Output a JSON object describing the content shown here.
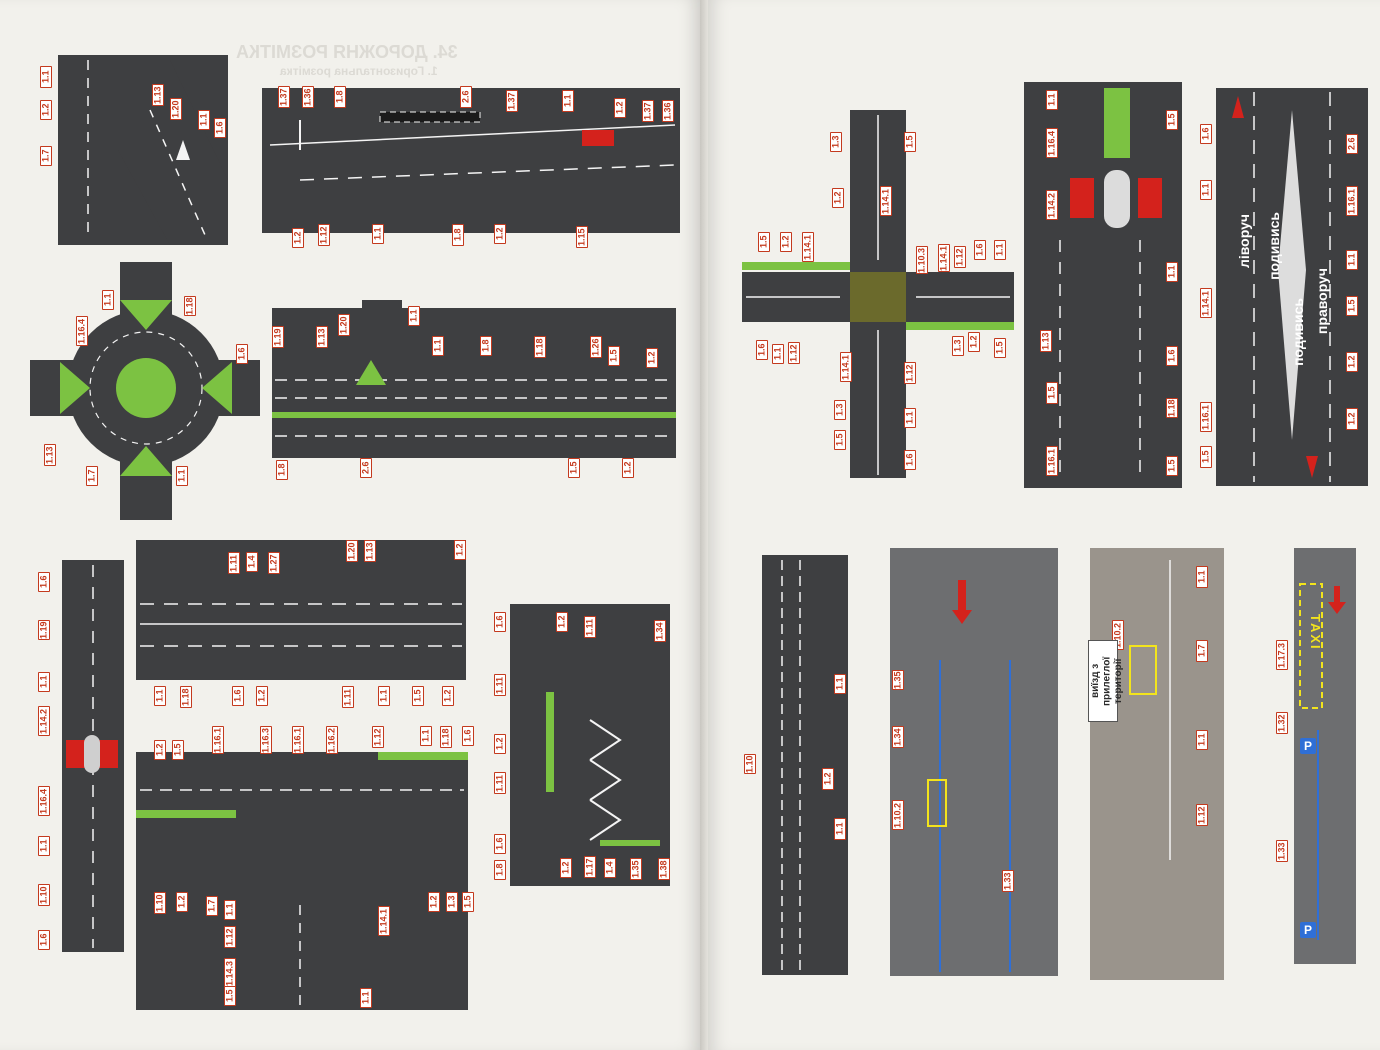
{
  "document": {
    "header_left": "34. ДОРОЖНЯ РОЗМІТКА",
    "header_sub": "1. Горизонтальна розмітка",
    "road_text_1": "подивись",
    "road_text_2": "ліворуч",
    "road_text_3": "подивись",
    "road_text_4": "праворуч",
    "exit_sign": "виїзд з прилеглої території",
    "taxi": "TAXI",
    "parking_1": "P",
    "parking_2": "P"
  },
  "labels": [
    "1.1",
    "1.2",
    "1.7",
    "1.13",
    "1.20",
    "1.1",
    "1.6",
    "1.37",
    "1.36",
    "1.8",
    "2.6",
    "1.37",
    "1.1",
    "1.2",
    "1.37",
    "1.36",
    "1.2",
    "1.12",
    "1.1",
    "1.8",
    "1.2",
    "1.15",
    "1.16.4",
    "1.1",
    "1.18",
    "1.6",
    "1.13",
    "1.7",
    "1.1",
    "1.19",
    "1.13",
    "1.20",
    "1.1",
    "1.1",
    "1.8",
    "1.18",
    "1.26",
    "1.5",
    "1.2",
    "1.8",
    "2.6",
    "1.5",
    "1.2",
    "1.6",
    "1.19",
    "1.1",
    "1.14.2",
    "1.16.4",
    "1.1",
    "1.10",
    "1.6",
    "1.11",
    "1.4",
    "1.27",
    "1.13",
    "1.20",
    "1.2",
    "1.1",
    "1.18",
    "1.6",
    "1.2",
    "1.11",
    "1.1",
    "1.5",
    "1.2",
    "1.6",
    "1.2",
    "1.11",
    "1.34",
    "1.11",
    "1.2",
    "1.11",
    "1.6",
    "1.8",
    "1.2",
    "1.17",
    "1.4",
    "1.35",
    "1.38",
    "1.2",
    "1.5",
    "1.16.1",
    "1.16.3",
    "1.16.1",
    "1.16.2",
    "1.12",
    "1.1",
    "1.18",
    "1.6",
    "1.10",
    "1.2",
    "1.7",
    "1.1",
    "1.12",
    "1.14.3",
    "1.5",
    "1.14.1",
    "1.2",
    "1.3",
    "1.5",
    "1.1",
    "1.3",
    "1.5",
    "1.2",
    "1.14.1",
    "1.5",
    "1.2",
    "1.14.1",
    "1.10.3",
    "1.14.1",
    "1.12",
    "1.6",
    "1.1",
    "1.6",
    "1.1",
    "1.12",
    "1.3",
    "1.2",
    "1.5",
    "1.14.1",
    "1.3",
    "1.5",
    "1.12",
    "1.1",
    "1.6",
    "1.1",
    "1.16.4",
    "1.5",
    "1.14.2",
    "1.13",
    "1.1",
    "1.5",
    "1.6",
    "1.18",
    "1.16.1",
    "1.5",
    "1.6",
    "1.1",
    "1.16.1",
    "1.1",
    "1.14.1",
    "1.2",
    "1.16.1",
    "1.5",
    "1.2",
    "2.6",
    "1.5",
    "1.10",
    "1.2",
    "1.1",
    "1.1",
    "1.35",
    "1.34",
    "1.10.2",
    "1.33",
    "1.1",
    "1.10.2",
    "1.7",
    "1.1",
    "1.12",
    "1.17.3",
    "1.32",
    "1.33"
  ]
}
